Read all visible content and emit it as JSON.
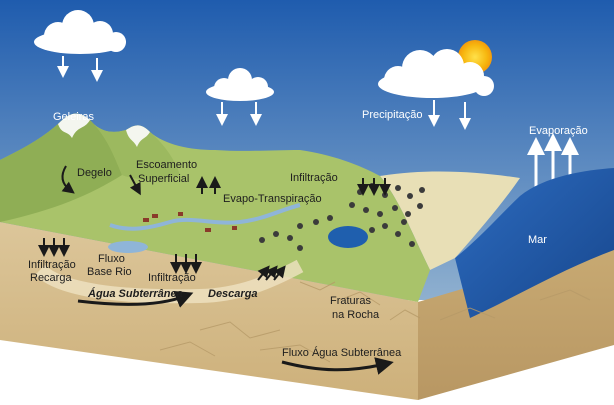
{
  "diagram": {
    "labels": {
      "geleiras": "Geleiras",
      "degelo": "Degelo",
      "escoamento_1": "Escoamento",
      "escoamento_2": "Superficial",
      "evapo_transpiracao": "Evapo-Transpiração",
      "infiltracao_top": "Infiltração",
      "precipitacao": "Precipitação",
      "evaporacao": "Evaporação",
      "mar": "Mar",
      "infiltracao_recarga_1": "Infiltração",
      "infiltracao_recarga_2": "Recarga",
      "fluxo_base_rio_1": "Fluxo",
      "fluxo_base_rio_2": "Base Rio",
      "infiltracao_mid": "Infiltração",
      "agua_subterranea": "Água Subterrânea",
      "descarga": "Descarga",
      "fraturas_1": "Fraturas",
      "fraturas_2": "na Rocha",
      "fluxo_agua_subterranea": "Fluxo Água Subterrânea"
    },
    "colors": {
      "sky_top": "#1f5cae",
      "sky_bottom": "#8fb0cf",
      "sea": "#1f56a6",
      "land": "#a9c36a",
      "soil": "#d8bf8d",
      "sun": "#f7c21c"
    }
  }
}
